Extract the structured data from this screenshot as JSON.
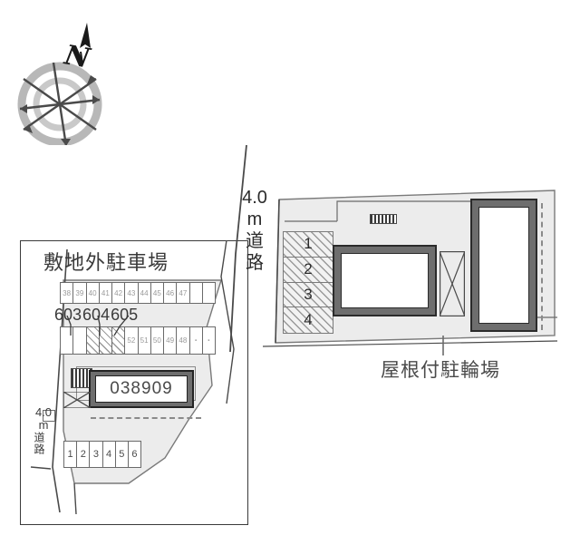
{
  "compass": {
    "icon": "compass-rose-icon",
    "north_label": "N"
  },
  "left_site": {
    "title": "敷地外駐車場",
    "parking_row_top": {
      "label": "parking-row-upper",
      "cells": [
        "38",
        "39",
        "40",
        "41",
        "42",
        "43",
        "44",
        "45",
        "46",
        "47",
        "",
        ""
      ]
    },
    "parking_row_bottom": {
      "label": "parking-row-lower",
      "cells": [
        "",
        "",
        "",
        "",
        "",
        "52",
        "51",
        "50",
        "49",
        "48",
        "・",
        "・"
      ],
      "hatched_indexes": [
        2,
        3,
        4
      ]
    },
    "unit_labels": [
      "603",
      "604",
      "605"
    ],
    "building_number": "038909",
    "road_label": {
      "size": "4.0",
      "unit": "m",
      "word": "道路"
    },
    "stall_row": {
      "label": "visitor-stalls",
      "cells": [
        "1",
        "2",
        "3",
        "4",
        "5",
        "6"
      ]
    }
  },
  "middle_road": {
    "size": "4.0",
    "unit": "m",
    "word": "道路"
  },
  "right_site": {
    "parking_hatched": {
      "label": "onsite-parking",
      "cells": [
        "1",
        "2",
        "3",
        "4"
      ]
    },
    "bicycle_parking_label": "屋根付駐輪場"
  },
  "colors": {
    "building_outline": "#2b2b2b",
    "building_fill": "#6e6e6e",
    "parcel_fill": "#ececec",
    "line_gray": "#7a7a7a",
    "text": "#3a3a3a"
  }
}
